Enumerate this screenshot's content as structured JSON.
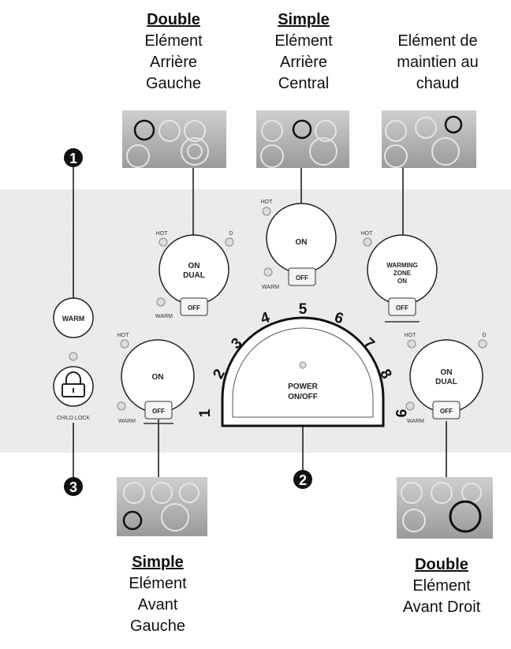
{
  "labels": {
    "left_rear": {
      "heading": "Double",
      "lines": [
        "Elément",
        "Arrière",
        "Gauche"
      ]
    },
    "center_rear": {
      "heading": "Simple",
      "lines": [
        "Elément",
        "Arrière",
        "Central"
      ]
    },
    "warming": {
      "heading": "",
      "lines": [
        "Elément de",
        "maintien au",
        "chaud"
      ]
    },
    "left_front": {
      "heading": "Simple",
      "lines": [
        "Elément",
        "Avant",
        "Gauche"
      ]
    },
    "right_front": {
      "heading": "Double",
      "lines": [
        "Elément",
        "Avant Droit"
      ]
    }
  },
  "callouts": {
    "one": "1",
    "two": "2",
    "three": "3"
  },
  "controls": {
    "hot": "HOT",
    "warm": "WARM",
    "dual_indicator": "D",
    "off": "OFF",
    "on": "ON",
    "dual": "DUAL",
    "warming_zone": [
      "WARMING",
      "ZONE",
      "ON"
    ],
    "warm_button": "WARM",
    "child_lock": "CHILD LOCK",
    "power": [
      "POWER",
      "ON/OFF"
    ],
    "power_levels": [
      "1",
      "2",
      "3",
      "4",
      "5",
      "6",
      "7",
      "8",
      "9"
    ]
  }
}
